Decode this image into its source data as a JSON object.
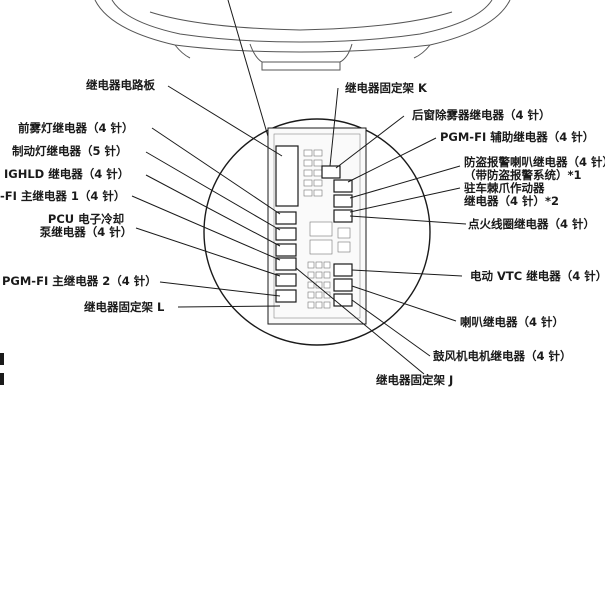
{
  "labels": {
    "relay_circuit_board": "继电器电路板",
    "relay_bracket_k": "继电器固定架 K",
    "rear_defogger_relay": "后窗除雾器继电器（4 针）",
    "pgmfi_aux_relay": "PGM-FI 辅助继电器（4 针）",
    "antitheft_horn_relay_l1": "防盗报警喇叭继电器（4 针）",
    "antitheft_horn_relay_l2": "（带防盗报警系统）*1",
    "parking_pawl_l1": "驻车棘爪作动器",
    "parking_pawl_l2": "继电器（4 针）*2",
    "ignition_coil_relay": "点火线圈继电器（4 针）",
    "front_fog_relay": "前雾灯继电器（4 针）",
    "brake_light_relay": "制动灯继电器（5 针）",
    "ighld_relay": "IGHLD 继电器（4 针）",
    "pgmfi_main_relay_1": "-FI 主继电器 1（4 针）",
    "pcu_cooling_l1": "PCU 电子冷却",
    "pcu_cooling_l2": "泵继电器（4 针）",
    "pgmfi_main_relay_2": "PGM-FI 主继电器 2（4 针）",
    "relay_bracket_l": "继电器固定架 L",
    "vtc_relay": "电动 VTC 继电器（4 针）",
    "horn_relay": "喇叭继电器（4 针）",
    "blower_motor_relay": "鼓风机电机继电器（4 针）",
    "relay_bracket_j": "继电器固定架 J"
  }
}
